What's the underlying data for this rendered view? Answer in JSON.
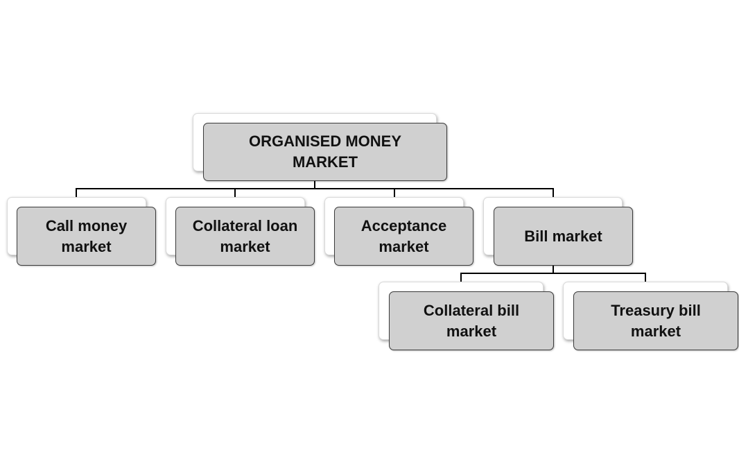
{
  "diagram": {
    "root": {
      "label": "ORGANISED MONEY\nMARKET"
    },
    "children": [
      {
        "label": "Call money\nmarket"
      },
      {
        "label": "Collateral loan\nmarket"
      },
      {
        "label": "Acceptance\nmarket"
      },
      {
        "label": "Bill market"
      }
    ],
    "bill_market_children": [
      {
        "label": "Collateral bill\nmarket"
      },
      {
        "label": "Treasury bill\nmarket"
      }
    ]
  },
  "colors": {
    "box_fill": "#d0d0d0",
    "box_border": "#3a3a3a",
    "back_card": "#ffffff",
    "connector": "#000000",
    "text": "#111111"
  }
}
